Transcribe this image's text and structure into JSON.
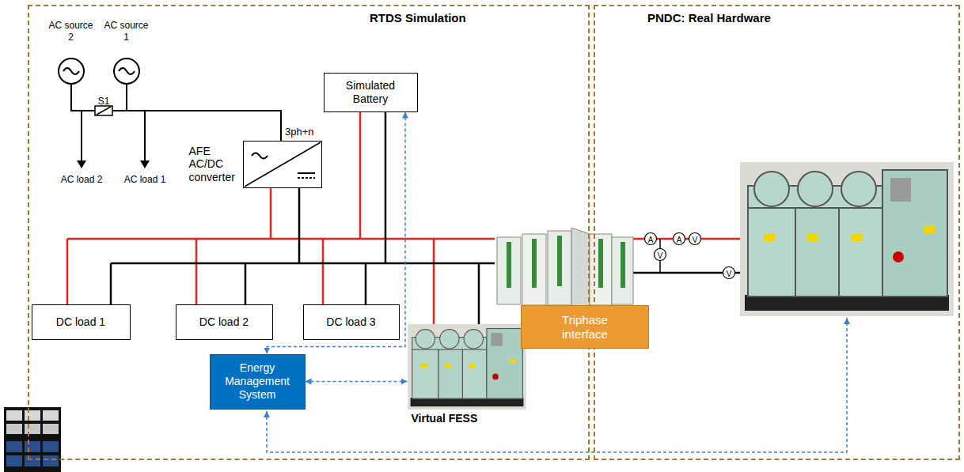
{
  "diagram": {
    "nodes": [
      {
        "text": [
          "RTDS Simulation"
        ]
      },
      {
        "text": [
          "AC source 2"
        ],
        "in": 0
      },
      {
        "text": [
          "AC source 1"
        ],
        "in": 0
      },
      {
        "text": [
          "Simulated Battery"
        ],
        "in": 0
      },
      {
        "text": [
          "AFE AC/DC converter"
        ],
        "in": 0
      },
      {
        "text": [
          "DC load 1"
        ],
        "in": 0
      },
      {
        "text": [
          "DC load 2"
        ],
        "in": 0
      },
      {
        "text": [
          "DC load 3"
        ],
        "in": 0
      },
      {
        "text": [
          "Energy Management System"
        ],
        "in": 0
      },
      {
        "text": [
          "Virtual FESS"
        ],
        "in": 0
      },
      {
        "text": [
          "PNDC: Real Hardware"
        ]
      },
      {
        "text": [
          "Triphase interface"
        ]
      }
    ],
    "edges": [
      {
        "from": 3,
        "to": 8,
        "arrow": "both"
      },
      {
        "from": 8,
        "to": 9,
        "arrow": "both"
      }
    ],
    "labels": [
      "S1",
      "AC load 2",
      "AC load 1",
      "3ph+n",
      "A",
      "A",
      "V",
      "V",
      "V"
    ]
  }
}
